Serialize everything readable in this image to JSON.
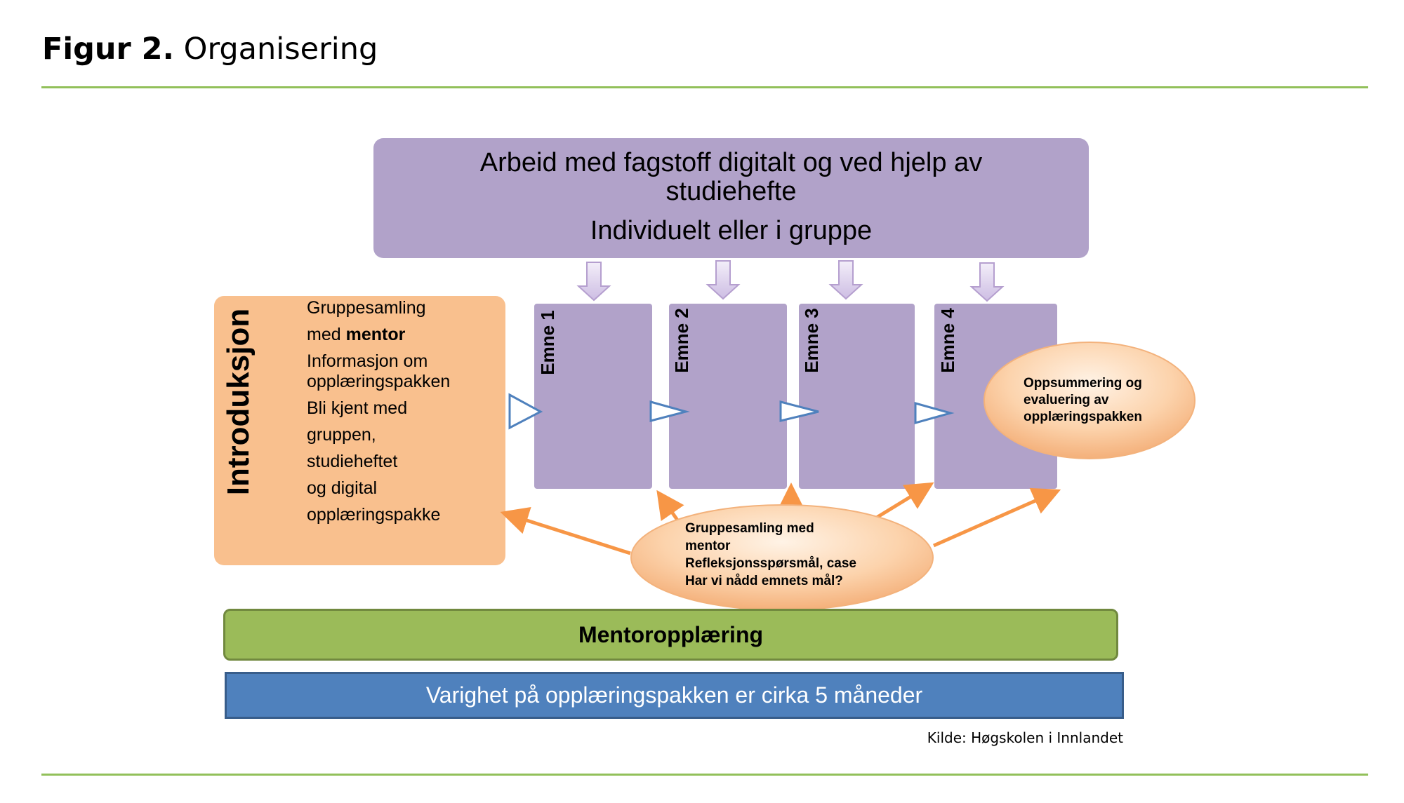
{
  "figure": {
    "label": "Figur 2.",
    "title": "Organisering"
  },
  "top_box": {
    "line1": "Arbeid med fagstoff  digitalt og ved hjelp av studiehefte",
    "line2": "Individuelt eller i gruppe"
  },
  "intro": {
    "title": "Introduksjon",
    "lines": {
      "l1": "Gruppesamling",
      "l2_prefix": "med ",
      "l2_bold": "mentor",
      "l3a": "Informasjon om",
      "l3b": "opplæringspakken",
      "l4": "Bli kjent med",
      "l5": "gruppen,",
      "l6": "studieheftet",
      "l7": "og digital",
      "l8": "opplæringspakke"
    }
  },
  "emner": [
    {
      "label": "Emne 1"
    },
    {
      "label": "Emne 2"
    },
    {
      "label": "Emne 3"
    },
    {
      "label": "Emne 4"
    }
  ],
  "summary_ellipse": {
    "line1": "Oppsummering og",
    "line2": "evaluering av",
    "line3": "opplæringspakken"
  },
  "mentor_ellipse": {
    "line1": "Gruppesamling med",
    "line2": "mentor",
    "line3": "Refleksjonsspørsmål, case",
    "line4": "Har vi nådd emnets mål?"
  },
  "green_bar": "Mentoropplæring",
  "blue_bar": "Varighet på opplæringspakken er cirka 5 måneder",
  "source": "Kilde: Høgskolen i Innlandet",
  "colors": {
    "purple": "#b1a2c9",
    "peach": "#f9c08e",
    "arrow_orange": "#f79646",
    "green": "#9bbb59",
    "blue": "#4f81bd",
    "rule_green": "#92c05a",
    "triangle_outline": "#4f81bd"
  }
}
